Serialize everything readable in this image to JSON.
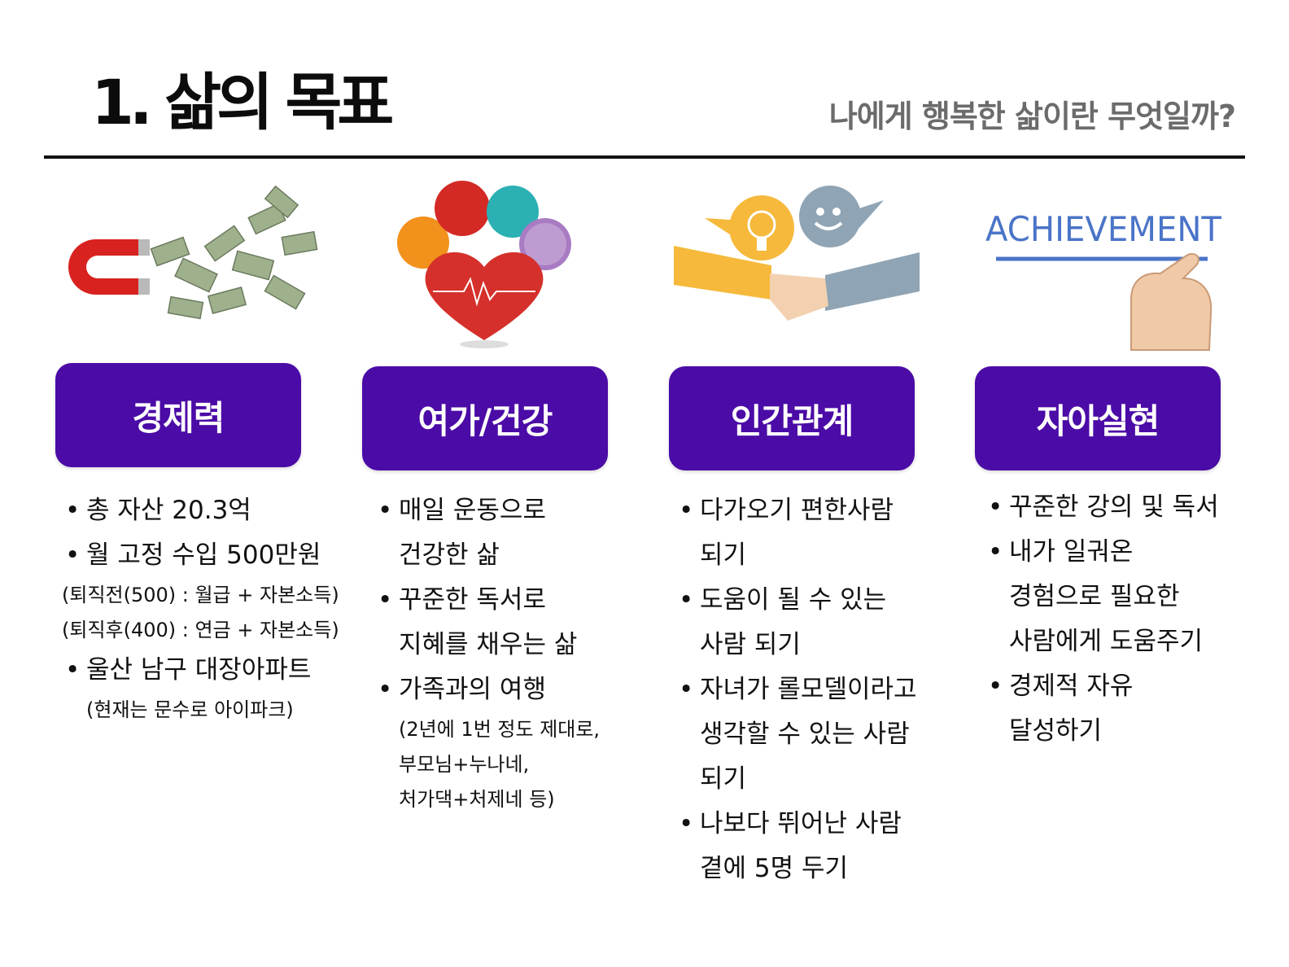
{
  "header": {
    "title": "1. 삶의 목표",
    "subtitle": "나에게 행복한 삶이란 무엇일까?"
  },
  "colors": {
    "accent": "#4b0ba6",
    "rule": "#111111",
    "subtitle": "#6b6b6b"
  },
  "columns": [
    {
      "image": "money-magnet-illustration",
      "label": "경제력",
      "lines": [
        {
          "kind": "bullet",
          "text": "총 자산 20.3억"
        },
        {
          "kind": "bullet",
          "text": "월 고정 수입 500만원"
        },
        {
          "kind": "note",
          "text": "(퇴직전(500) : 월급 + 자본소득)"
        },
        {
          "kind": "note",
          "text": "(퇴직후(400) : 연금 + 자본소득)"
        },
        {
          "kind": "bullet",
          "text": "울산 남구 대장아파트"
        },
        {
          "kind": "note",
          "text": "(현재는 문수로 아이파크)"
        }
      ]
    },
    {
      "image": "health-heart-illustration",
      "label": "여가/건강",
      "lines": [
        {
          "kind": "bullet",
          "text": "매일 운동으로"
        },
        {
          "kind": "cont",
          "text": "건강한 삶"
        },
        {
          "kind": "bullet",
          "text": "꾸준한 독서로"
        },
        {
          "kind": "cont",
          "text": "지혜를 채우는 삶"
        },
        {
          "kind": "bullet",
          "text": "가족과의 여행"
        },
        {
          "kind": "note",
          "text": "(2년에 1번 정도 제대로,"
        },
        {
          "kind": "note",
          "text": "부모님+누나네,"
        },
        {
          "kind": "note",
          "text": "처가댁+처제네 등)"
        }
      ]
    },
    {
      "image": "handshake-illustration",
      "label": "인간관계",
      "lines": [
        {
          "kind": "bullet",
          "text": "다가오기 편한사람"
        },
        {
          "kind": "cont",
          "text": "되기"
        },
        {
          "kind": "bullet",
          "text": "도움이 될 수 있는"
        },
        {
          "kind": "cont",
          "text": "사람 되기"
        },
        {
          "kind": "bullet",
          "text": "자녀가 롤모델이라고"
        },
        {
          "kind": "cont",
          "text": "생각할 수 있는 사람"
        },
        {
          "kind": "cont",
          "text": "되기"
        },
        {
          "kind": "bullet",
          "text": "나보다 뛰어난 사람"
        },
        {
          "kind": "cont",
          "text": "곁에 5명 두기"
        }
      ]
    },
    {
      "image": "achievement-illustration",
      "image_text": "ACHIEVEMENT",
      "label": "자아실현",
      "lines": [
        {
          "kind": "bullet",
          "text": "꾸준한 강의 및 독서"
        },
        {
          "kind": "bullet",
          "text": "내가 일궈온"
        },
        {
          "kind": "cont",
          "text": "경험으로 필요한"
        },
        {
          "kind": "cont",
          "text": "사람에게 도움주기"
        },
        {
          "kind": "bullet",
          "text": "경제적 자유"
        },
        {
          "kind": "cont",
          "text": "달성하기"
        }
      ]
    }
  ]
}
